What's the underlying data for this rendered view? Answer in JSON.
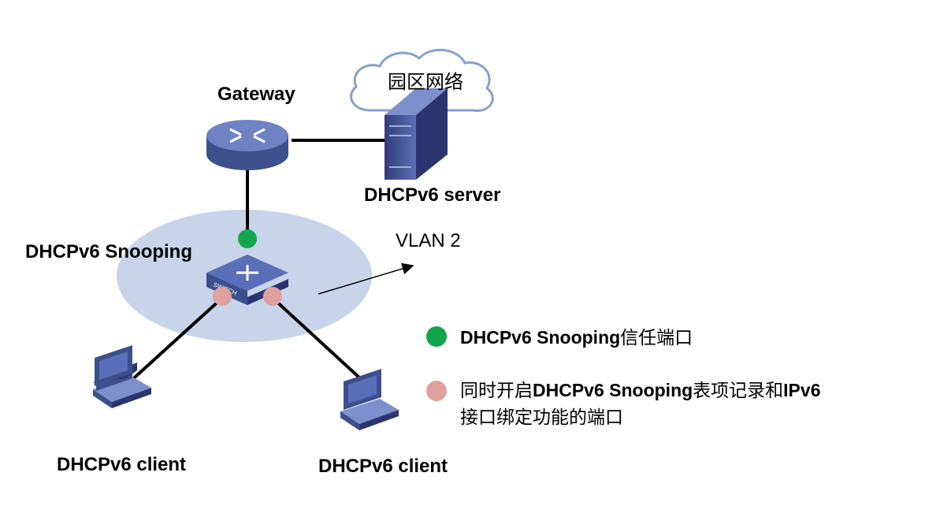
{
  "colors": {
    "trusted_port": "#12a64d",
    "binding_port": "#e0a0a0",
    "vlan_area": "#c8d4ea",
    "device_blue": "#4a5ea3",
    "link": "#000000"
  },
  "nodes": {
    "gateway": {
      "label": "Gateway",
      "icon": "router-icon"
    },
    "server": {
      "label": "DHCPv6 server",
      "icon": "server-icon"
    },
    "cloud": {
      "label": "园区网络",
      "icon": "cloud-icon"
    },
    "switch": {
      "label": "DHCPv6 Snooping",
      "icon": "switch-icon",
      "device_text": "SWITCH"
    },
    "client_left": {
      "label": "DHCPv6 client",
      "icon": "computer-icon"
    },
    "client_right": {
      "label": "DHCPv6 client",
      "icon": "computer-icon"
    }
  },
  "vlan": {
    "label": "VLAN 2"
  },
  "legend": {
    "trusted": {
      "bold": "DHCPv6 Snooping",
      "text": "信任端口"
    },
    "binding": {
      "line1_a": "同时开启",
      "line1_b_bold": "DHCPv6 Snooping",
      "line1_c": "表项记录和",
      "line1_d_bold": "IPv6",
      "line2": "接口绑定功能的端口"
    }
  }
}
